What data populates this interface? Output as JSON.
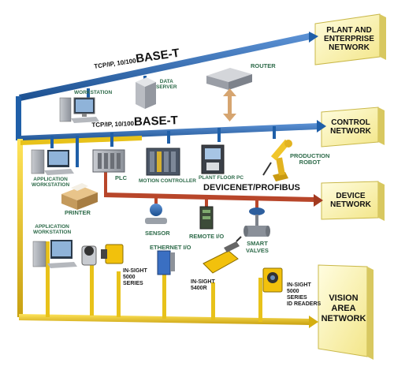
{
  "networks": {
    "plant": "PLANT AND\nENTERPRISE\nNETWORK",
    "control": "CONTROL\nNETWORK",
    "device": "DEVICE\nNETWORK",
    "vision": "VISION\nAREA\nNETWORK"
  },
  "buses": {
    "upper_prefix": "TCP/IP, 10/100",
    "upper_suffix": "BASE-T",
    "lower_prefix": "TCP/IP, 10/100",
    "lower_suffix": "BASE-T",
    "devicenet": "DEVICENET/PROFIBUS"
  },
  "labels": {
    "workstation": "WORKSTATION",
    "data_server": "DATA\nSERVER",
    "router": "ROUTER",
    "app_ws_1": "APPLICATION\nWORKSTATION",
    "printer": "PRINTER",
    "plc": "PLC",
    "motion": "MOTION CONTROLLER",
    "plant_pc": "PLANT FLOOR PC",
    "robot": "PRODUCTION\nROBOT",
    "sensor": "SENSOR",
    "remote_io": "REMOTE I/O",
    "smart_valves": "SMART\nVALVES",
    "app_ws_2": "APPLICATION\nWORKSTATION",
    "ethernet_io": "ETHERNET I/O",
    "insight_5000": "IN-SIGHT\n5000\nSERIES",
    "insight_5400r": "IN-SIGHT\n5400R",
    "insight_id": "IN-SIGHT\n5000\nSERIES\nID READERS"
  },
  "colors": {
    "blue_bus": "#1f5fa8",
    "yellow_bus": "#e8c21a",
    "red_bus": "#b8462a",
    "label_green": "#2e6b4a",
    "tag_fill": "#fff9c4"
  }
}
